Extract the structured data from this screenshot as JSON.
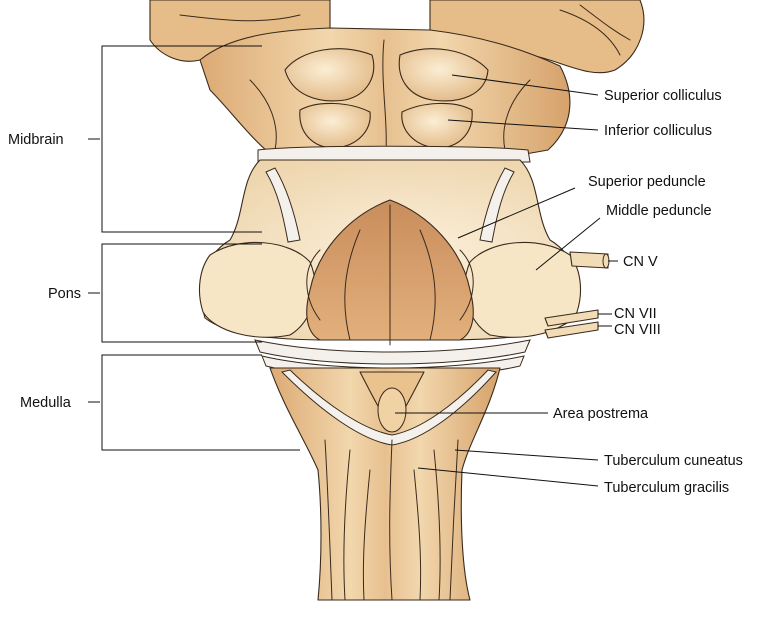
{
  "labels": {
    "midbrain": "Midbrain",
    "pons": "Pons",
    "medulla": "Medulla",
    "superior_colliculus": "Superior colliculus",
    "inferior_colliculus": "Inferior colliculus",
    "superior_peduncle": "Superior peduncle",
    "middle_peduncle": "Middle peduncle",
    "cn_v": "CN V",
    "cn_vii": "CN VII",
    "cn_viii": "CN VIII",
    "area_postrema": "Area postrema",
    "tuberculum_cuneatus": "Tuberculum cuneatus",
    "tuberculum_gracilis": "Tuberculum gracilis"
  },
  "colors": {
    "tissue_light": "#f6e2bf",
    "tissue_mid": "#e8c595",
    "tissue_dark": "#c98e5c",
    "outline": "#3a2a1c",
    "membrane": "#f4f1ec"
  }
}
